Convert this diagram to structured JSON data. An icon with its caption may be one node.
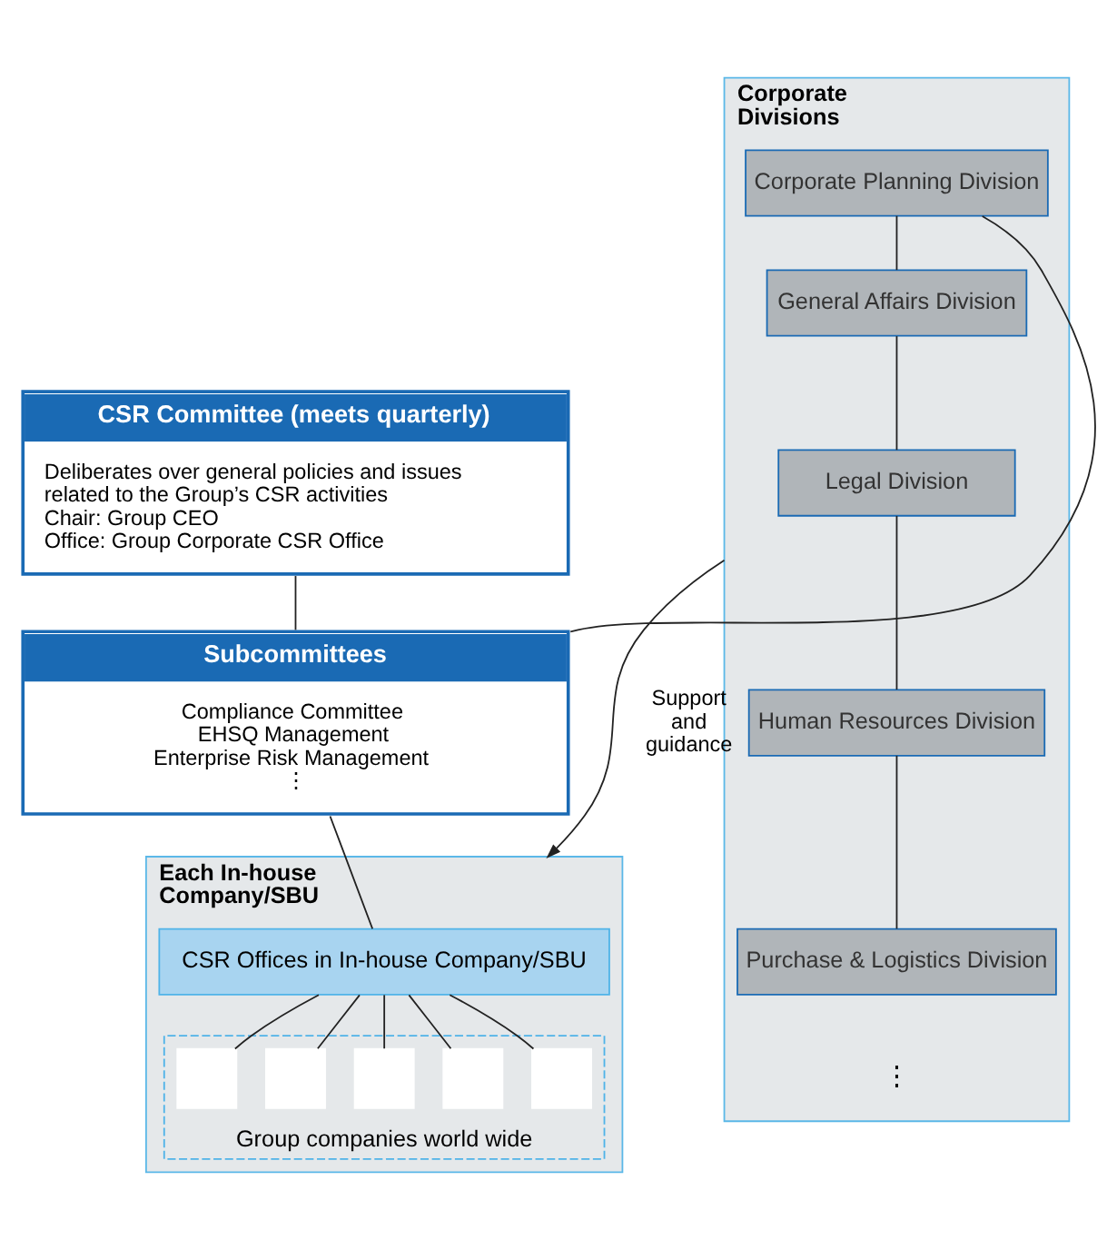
{
  "diagram": {
    "nodes": [
      {
        "text": [
          "CSR Committee (meets quarterly)",
          "Deliberates over general policies and issues related to the Group’s CSR activities",
          "Chair: Group CEO",
          "Office: Group Corporate CSR Office"
        ]
      },
      {
        "text": [
          "Subcommittees",
          "Compliance Committee",
          "EHSQ Management",
          "Enterprise Risk Management",
          "⋮"
        ]
      },
      {
        "text": [
          "Each In-house Company/SBU"
        ]
      },
      {
        "text": [
          "CSR Offices in In-house Company/SBU"
        ],
        "in": 2
      },
      {
        "text": [
          "Group companies world wide"
        ],
        "in": 2
      },
      {
        "text": [],
        "shape": "box",
        "in": 4
      },
      {
        "text": [],
        "shape": "box",
        "in": 4
      },
      {
        "text": [],
        "shape": "box",
        "in": 4
      },
      {
        "text": [],
        "shape": "box",
        "in": 4
      },
      {
        "text": [],
        "shape": "box",
        "in": 4
      },
      {
        "text": [
          "Corporate Divisions"
        ]
      },
      {
        "text": [
          "Corporate Planning Division"
        ],
        "in": 10
      },
      {
        "text": [
          "General Affairs Division"
        ],
        "in": 10
      },
      {
        "text": [
          "Legal Division"
        ],
        "in": 10
      },
      {
        "text": [
          "Human Resources Division"
        ],
        "in": 10
      },
      {
        "text": [
          "Purchase & Logistics Division"
        ],
        "in": 10
      }
    ],
    "edges": [
      {
        "from": 0,
        "to": 1,
        "arrow": "none"
      },
      {
        "from": 1,
        "to": 3,
        "arrow": "none"
      },
      {
        "from": 11,
        "to": 1,
        "arrow": "none"
      },
      {
        "from": 3,
        "to": 5,
        "arrow": "none"
      },
      {
        "from": 3,
        "to": 6,
        "arrow": "none"
      },
      {
        "from": 3,
        "to": 7,
        "arrow": "none"
      },
      {
        "from": 3,
        "to": 8,
        "arrow": "none"
      },
      {
        "from": 3,
        "to": 9,
        "arrow": "none"
      },
      {
        "from": 11,
        "to": 12,
        "arrow": "none"
      },
      {
        "from": 12,
        "to": 13,
        "arrow": "none"
      },
      {
        "from": 13,
        "to": 14,
        "arrow": "none"
      },
      {
        "from": 14,
        "to": 15,
        "arrow": "none"
      },
      {
        "from": 10,
        "to": 2,
        "arrow": "to",
        "label": "Support and guidance"
      }
    ],
    "labels": [
      "⋮"
    ]
  }
}
